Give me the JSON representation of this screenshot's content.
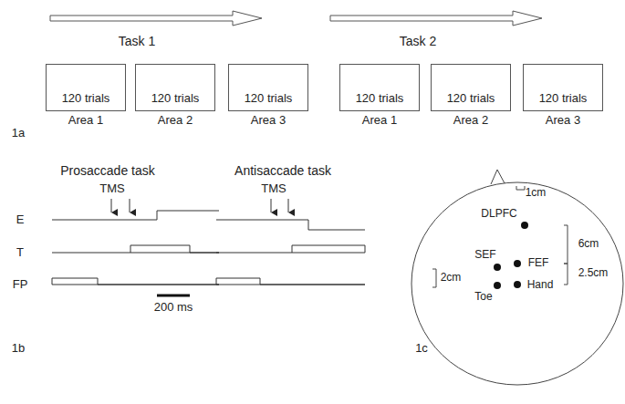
{
  "diagram": {
    "nodes": [
      {
        "text": [
          "120 trials",
          "Area 1"
        ]
      },
      {
        "text": [
          "120 trials",
          "Area 2"
        ]
      },
      {
        "text": [
          "120 trials",
          "Area 3"
        ]
      },
      {
        "text": [
          "120 trials",
          "Area 1"
        ]
      },
      {
        "text": [
          "120 trials",
          "Area 2"
        ]
      },
      {
        "text": [
          "120 trials",
          "Area 3"
        ]
      }
    ],
    "labels": [
      "Task 1",
      "Task 2",
      "1a",
      "Prosaccade task",
      "Antisaccade task",
      "TMS",
      "TMS",
      "E",
      "T",
      "FP",
      "200 ms",
      "1b",
      "1cm",
      "DLPFC",
      "6cm",
      "SEF",
      "FEF",
      "2.5cm",
      "2cm",
      "Hand",
      "Toe",
      "1c"
    ]
  }
}
